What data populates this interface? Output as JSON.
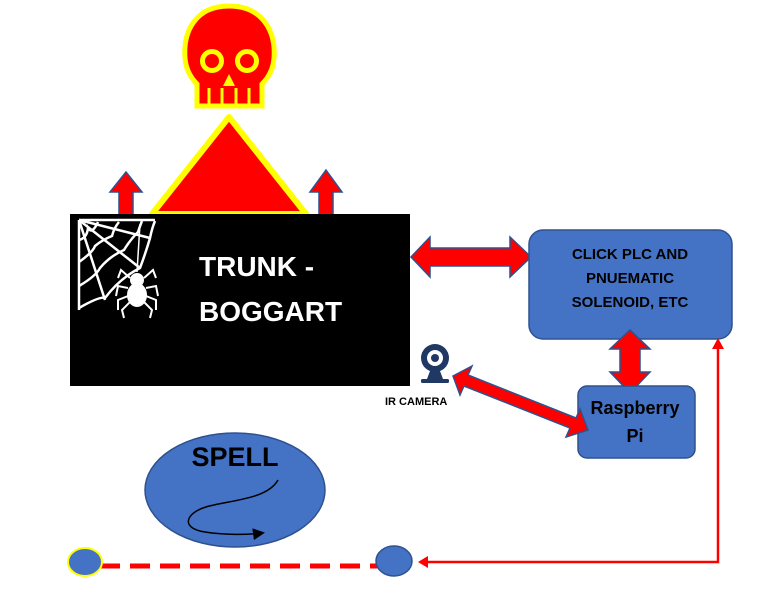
{
  "trunk": {
    "line1": "TRUNK -",
    "line2": "BOGGART"
  },
  "plc": {
    "line1": "CLICK PLC AND",
    "line2": "PNUEMATIC",
    "line3": "SOLENOID, ETC"
  },
  "raspberry_pi": {
    "line1": "Raspberry",
    "line2": "Pi"
  },
  "camera": {
    "label": "IR CAMERA"
  },
  "spell": {
    "label": "SPELL"
  },
  "colors": {
    "box_fill": "#4472c4",
    "box_stroke": "#2f528f",
    "arrow_red": "#ff0000",
    "skull_yellow": "#ffff00",
    "trunk_black": "#000000",
    "camera_navy": "#1f3864"
  },
  "icons": [
    "skull-icon",
    "warning-triangle-icon",
    "spider-web-icon",
    "spider-icon",
    "webcam-icon"
  ]
}
